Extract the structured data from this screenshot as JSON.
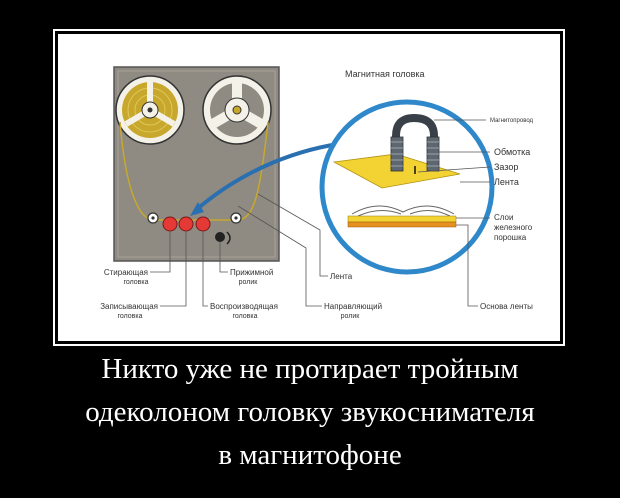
{
  "diagram": {
    "labels": {
      "magnetic_head": "Магнитная головка",
      "magnetic_core": "Магнитопровод",
      "winding": "Обмотка",
      "gap": "Зазор",
      "tape": "Лента",
      "iron_layers_1": "Слои",
      "iron_layers_2": "железного",
      "iron_layers_3": "порошка",
      "tape_base": "Основа ленты",
      "erase_head_1": "Стирающая",
      "erase_head_2": "головка",
      "record_head_1": "Записывающая",
      "record_head_2": "головка",
      "pressure_roller_1": "Прижимной",
      "pressure_roller_2": "ролик",
      "playback_head_1": "Воспроизводящая",
      "playback_head_2": "головка",
      "tape_main": "Лента",
      "guide_roller_1": "Направляющий",
      "guide_roller_2": "ролик"
    },
    "colors": {
      "deck": "#8f8b82",
      "reel_gold": "#c7a82c",
      "head_red": "#e53935",
      "circle_blue": "#2f88c9",
      "arrow_blue": "#2a6fb0",
      "tape_yellow": "#f3d233",
      "tape_orange": "#e5901f",
      "coil_gray": "#5d6770"
    }
  },
  "caption": {
    "line1": "Никто уже не протирает тройным",
    "line2": "одеколоном головку звукоснимателя",
    "line3": "в магнитофоне"
  }
}
